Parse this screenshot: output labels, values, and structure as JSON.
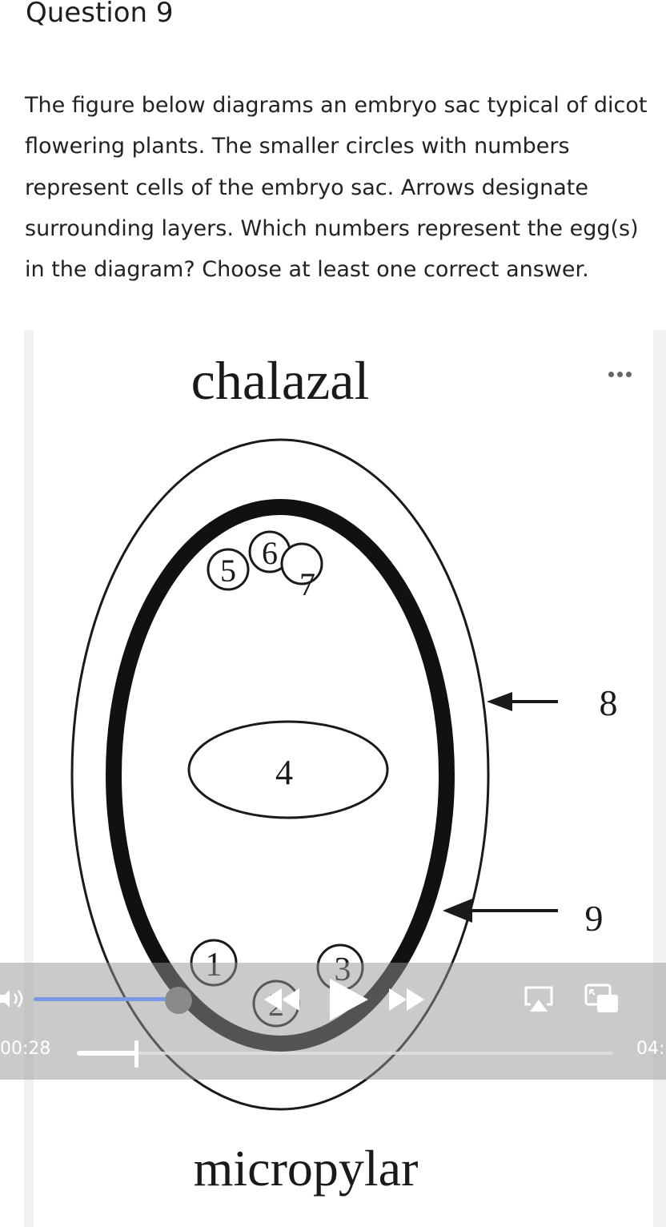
{
  "question": {
    "title": "Question 9",
    "text": "The figure below diagrams an embryo sac typical of dicot flowering plants. The smaller circles with numbers represent cells of the embryo sac.  Arrows designate surrounding layers.  Which numbers represent the egg(s) in the diagram? Choose at least one correct answer."
  },
  "figure": {
    "top_label": "chalazal",
    "bottom_label": "micropylar",
    "cells": {
      "c1": "1",
      "c2": "2",
      "c3": "3",
      "c4": "4",
      "c5": "5",
      "c6": "6",
      "c7": "7"
    },
    "arrow_labels": {
      "a8": "8",
      "a9": "9"
    }
  },
  "player": {
    "elapsed": "00:28",
    "total": "04:",
    "volume_fraction": 0.9,
    "progress_fraction": 0.11,
    "icons": [
      "volume-icon",
      "rewind-icon",
      "play-icon",
      "fast-forward-icon",
      "airplay-icon",
      "picture-in-picture-icon",
      "more-icon"
    ]
  }
}
